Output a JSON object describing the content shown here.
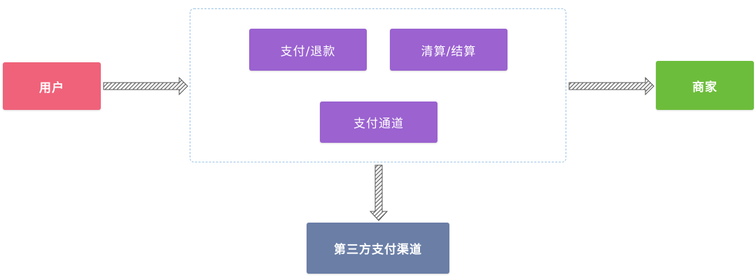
{
  "colors": {
    "user": "#f0627a",
    "merchant": "#6dbd3c",
    "process": "#9b62d0",
    "third_party": "#6a7ea6",
    "group_border": "#9cc3e6",
    "arrow": "#555555"
  },
  "nodes": {
    "user": "用户",
    "merchant": "商家",
    "pay_refund": "支付/退款",
    "clearing": "清算/结算",
    "pay_channel": "支付通道",
    "third_party": "第三方支付渠道"
  }
}
